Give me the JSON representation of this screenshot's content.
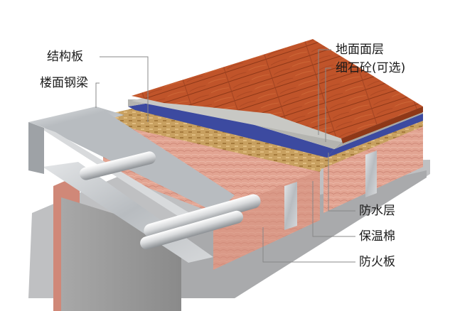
{
  "labels": {
    "structural_board": "结构板",
    "floor_steel_beam": "楼面钢梁",
    "floor_surface": "地面面层",
    "fine_aggregate_concrete": "细石砼(可选)",
    "waterproof_layer": "防水层",
    "insulation_cotton": "保温棉",
    "fireproof_board": "防火板"
  },
  "colors": {
    "wood": "#c0542a",
    "concrete": "#b4b4b0",
    "waterproof": "#3c4aa0",
    "osb": "#c8a060",
    "insulation": "#e2a492",
    "steel": "#c4c8cc",
    "fire_board": "#9a9a9a"
  }
}
